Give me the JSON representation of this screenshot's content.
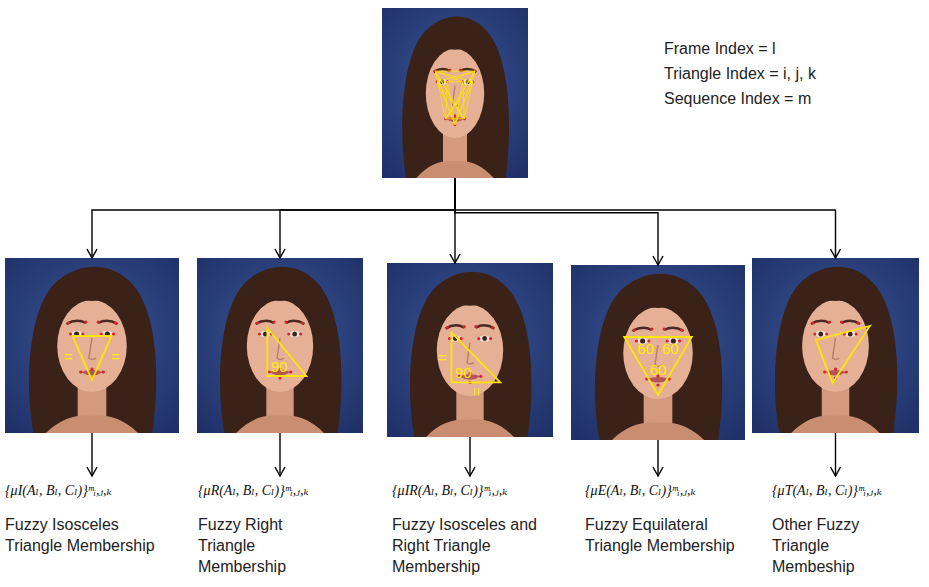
{
  "diagram": {
    "nodes": [
      {
        "text": []
      },
      {
        "text": [
          "=",
          "="
        ]
      },
      {
        "text": [
          "90"
        ]
      },
      {
        "text": [
          "=",
          "90",
          "="
        ]
      },
      {
        "text": [
          "60",
          "60",
          "60"
        ]
      },
      {
        "text": []
      },
      {
        "text": [
          "{μI(Aₗ, Bₗ, Cₗ)}ᵐᵢ,ⱼ,ₖ",
          "Fuzzy Isosceles Triangle Membership"
        ]
      },
      {
        "text": [
          "{μR(Aₗ, Bₗ, Cₗ)}ᵐᵢ,ⱼ,ₖ",
          "Fuzzy Right Triangle Membership"
        ]
      },
      {
        "text": [
          "{μIR(Aₗ, Bₗ, Cₗ)}ᵐᵢ,ⱼ,ₖ",
          "Fuzzy Isosceles and Right Triangle Membership"
        ]
      },
      {
        "text": [
          "{μE(Aₗ, Bₗ, Cₗ)}ᵐᵢ,ⱼ,ₖ",
          "Fuzzy Equilateral Triangle Membership"
        ]
      },
      {
        "text": [
          "{μT(Aₗ, Bₗ, Cₗ)}ᵐᵢ,ⱼ,ₖ",
          "Other Fuzzy Triangle Membeship"
        ]
      }
    ],
    "edges": [
      {
        "from": 0,
        "to": 1,
        "arrow": "to"
      },
      {
        "from": 0,
        "to": 2,
        "arrow": "to"
      },
      {
        "from": 0,
        "to": 3,
        "arrow": "to"
      },
      {
        "from": 0,
        "to": 4,
        "arrow": "to"
      },
      {
        "from": 0,
        "to": 5,
        "arrow": "to"
      },
      {
        "from": 1,
        "to": 6,
        "arrow": "to"
      },
      {
        "from": 2,
        "to": 7,
        "arrow": "to"
      },
      {
        "from": 3,
        "to": 8,
        "arrow": "to"
      },
      {
        "from": 4,
        "to": 9,
        "arrow": "to"
      },
      {
        "from": 5,
        "to": 10,
        "arrow": "to"
      }
    ],
    "labels": [
      "Frame Index = l",
      "Triangle Index = i, j, k",
      "Sequence Index = m"
    ]
  }
}
